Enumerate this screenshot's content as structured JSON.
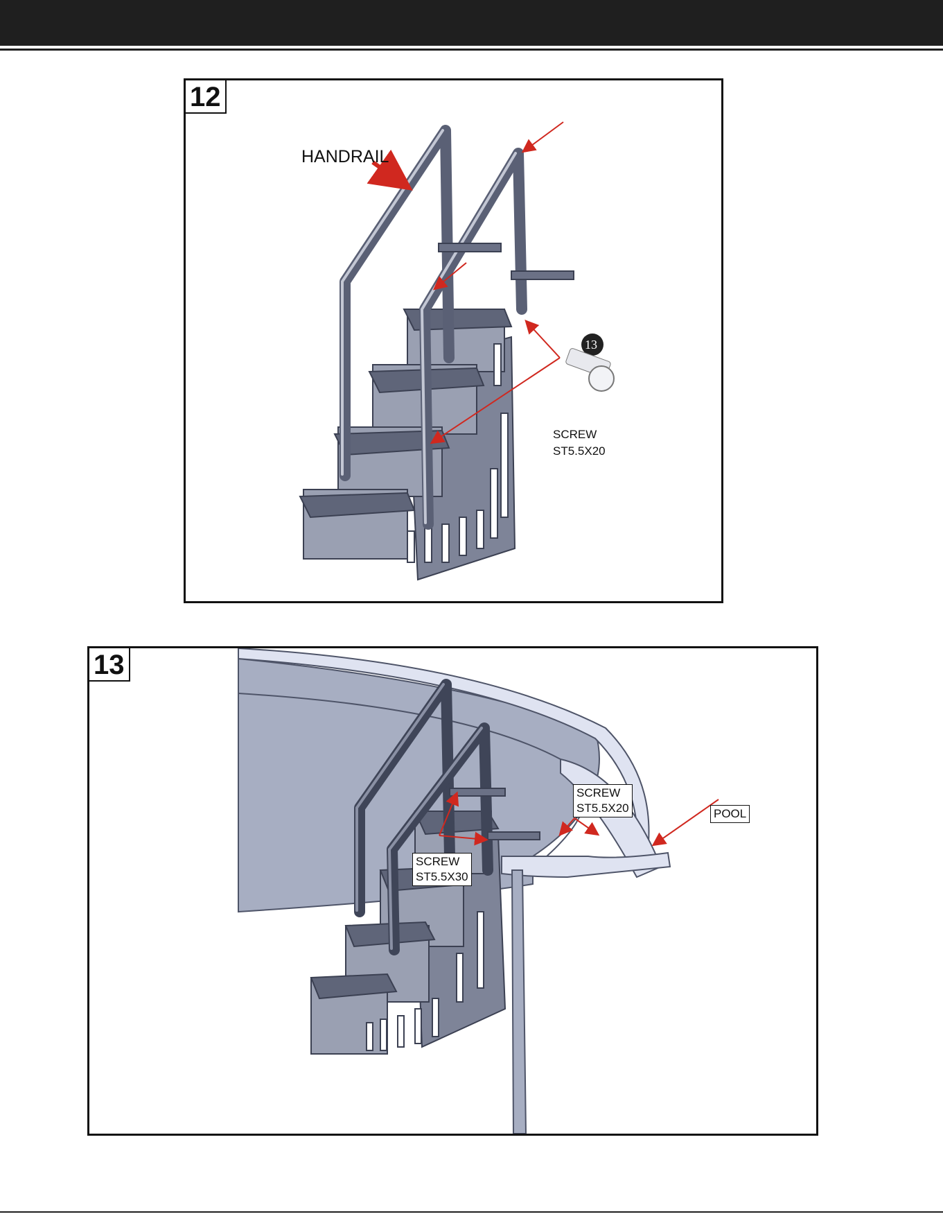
{
  "steps": [
    {
      "number": "12",
      "labels": {
        "handrail": "HANDRAIL",
        "part_number": "13",
        "screw_line1": "SCREW",
        "screw_line2": "ST5.5X20"
      }
    },
    {
      "number": "13",
      "labels": {
        "screw_a_line1": "SCREW",
        "screw_a_line2": "ST5.5X20",
        "screw_b_line1": "SCREW",
        "screw_b_line2": "ST5.5X30",
        "pool": "POOL"
      }
    }
  ],
  "colors": {
    "header_band": "#1f1f1f",
    "arrow": "#d0281f",
    "stair_fill": "#8f95a8",
    "stair_dark": "#4e5468",
    "pool_wall": "#a7aec2",
    "pool_deck": "#dfe3f1"
  }
}
